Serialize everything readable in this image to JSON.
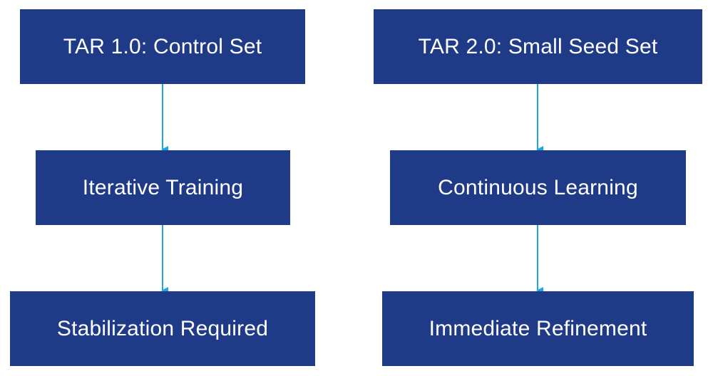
{
  "diagram": {
    "left_column": [
      {
        "label": "TAR 1.0: Control Set"
      },
      {
        "label": "Iterative Training"
      },
      {
        "label": "Stabilization Required"
      }
    ],
    "right_column": [
      {
        "label": "TAR 2.0: Small Seed Set"
      },
      {
        "label": "Continuous Learning"
      },
      {
        "label": "Immediate Refinement"
      }
    ],
    "colors": {
      "node_fill": "#1f3a87",
      "node_text": "#ffffff",
      "arrow": "#1ea7e1"
    }
  }
}
